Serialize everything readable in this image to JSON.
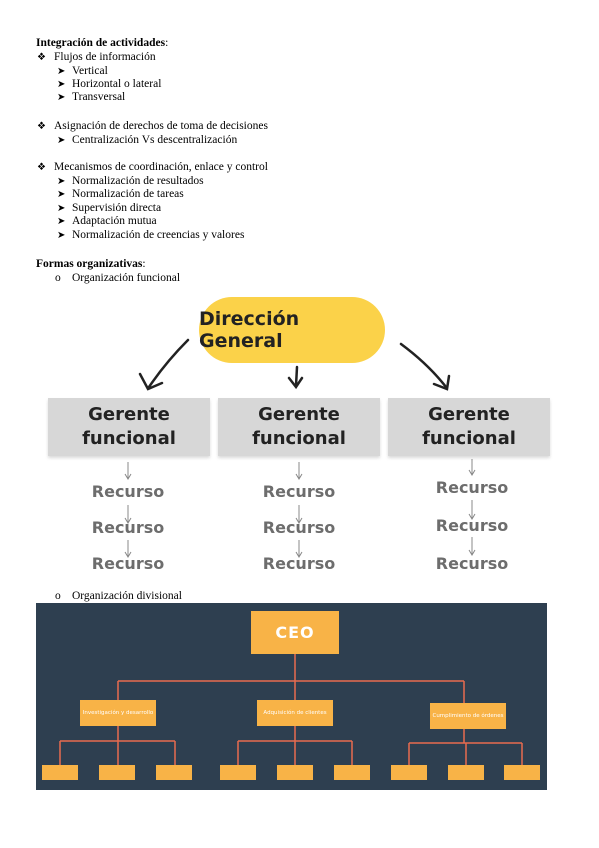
{
  "heading1": "Integración de actividades",
  "heading1_suffix": ":",
  "section1": {
    "title": "Flujos de información",
    "items": [
      "Vertical",
      "Horizontal o lateral",
      "Transversal"
    ]
  },
  "section2": {
    "title": "Asignación de derechos de toma de decisiones",
    "items": [
      "Centralización Vs descentralización"
    ]
  },
  "section3": {
    "title": "Mecanismos de coordinación, enlace y control",
    "items": [
      "Normalización de resultados",
      "Normalización de tareas",
      "Supervisión directa",
      "Adaptación mutua",
      "Normalización de creencias y valores"
    ]
  },
  "heading2": "Formas organizativas",
  "heading2_suffix": ":",
  "form1": "Organización funcional",
  "form2": "Organización divisional",
  "fig1": {
    "top": "Dirección General",
    "manager_line1": "Gerente",
    "manager_line2": "funcional",
    "resource": "Recurso"
  },
  "fig2": {
    "ceo": "CEO",
    "divisions": [
      "Investigación y desarrollo",
      "Adquisición de clientes",
      "Cumplimiento de órdenes"
    ]
  },
  "colors": {
    "pill": "#fbd249",
    "manager_box": "#d7d7d7",
    "org_bg": "#2e3f50",
    "org_box": "#f8b347",
    "org_line": "#e86b4f"
  }
}
